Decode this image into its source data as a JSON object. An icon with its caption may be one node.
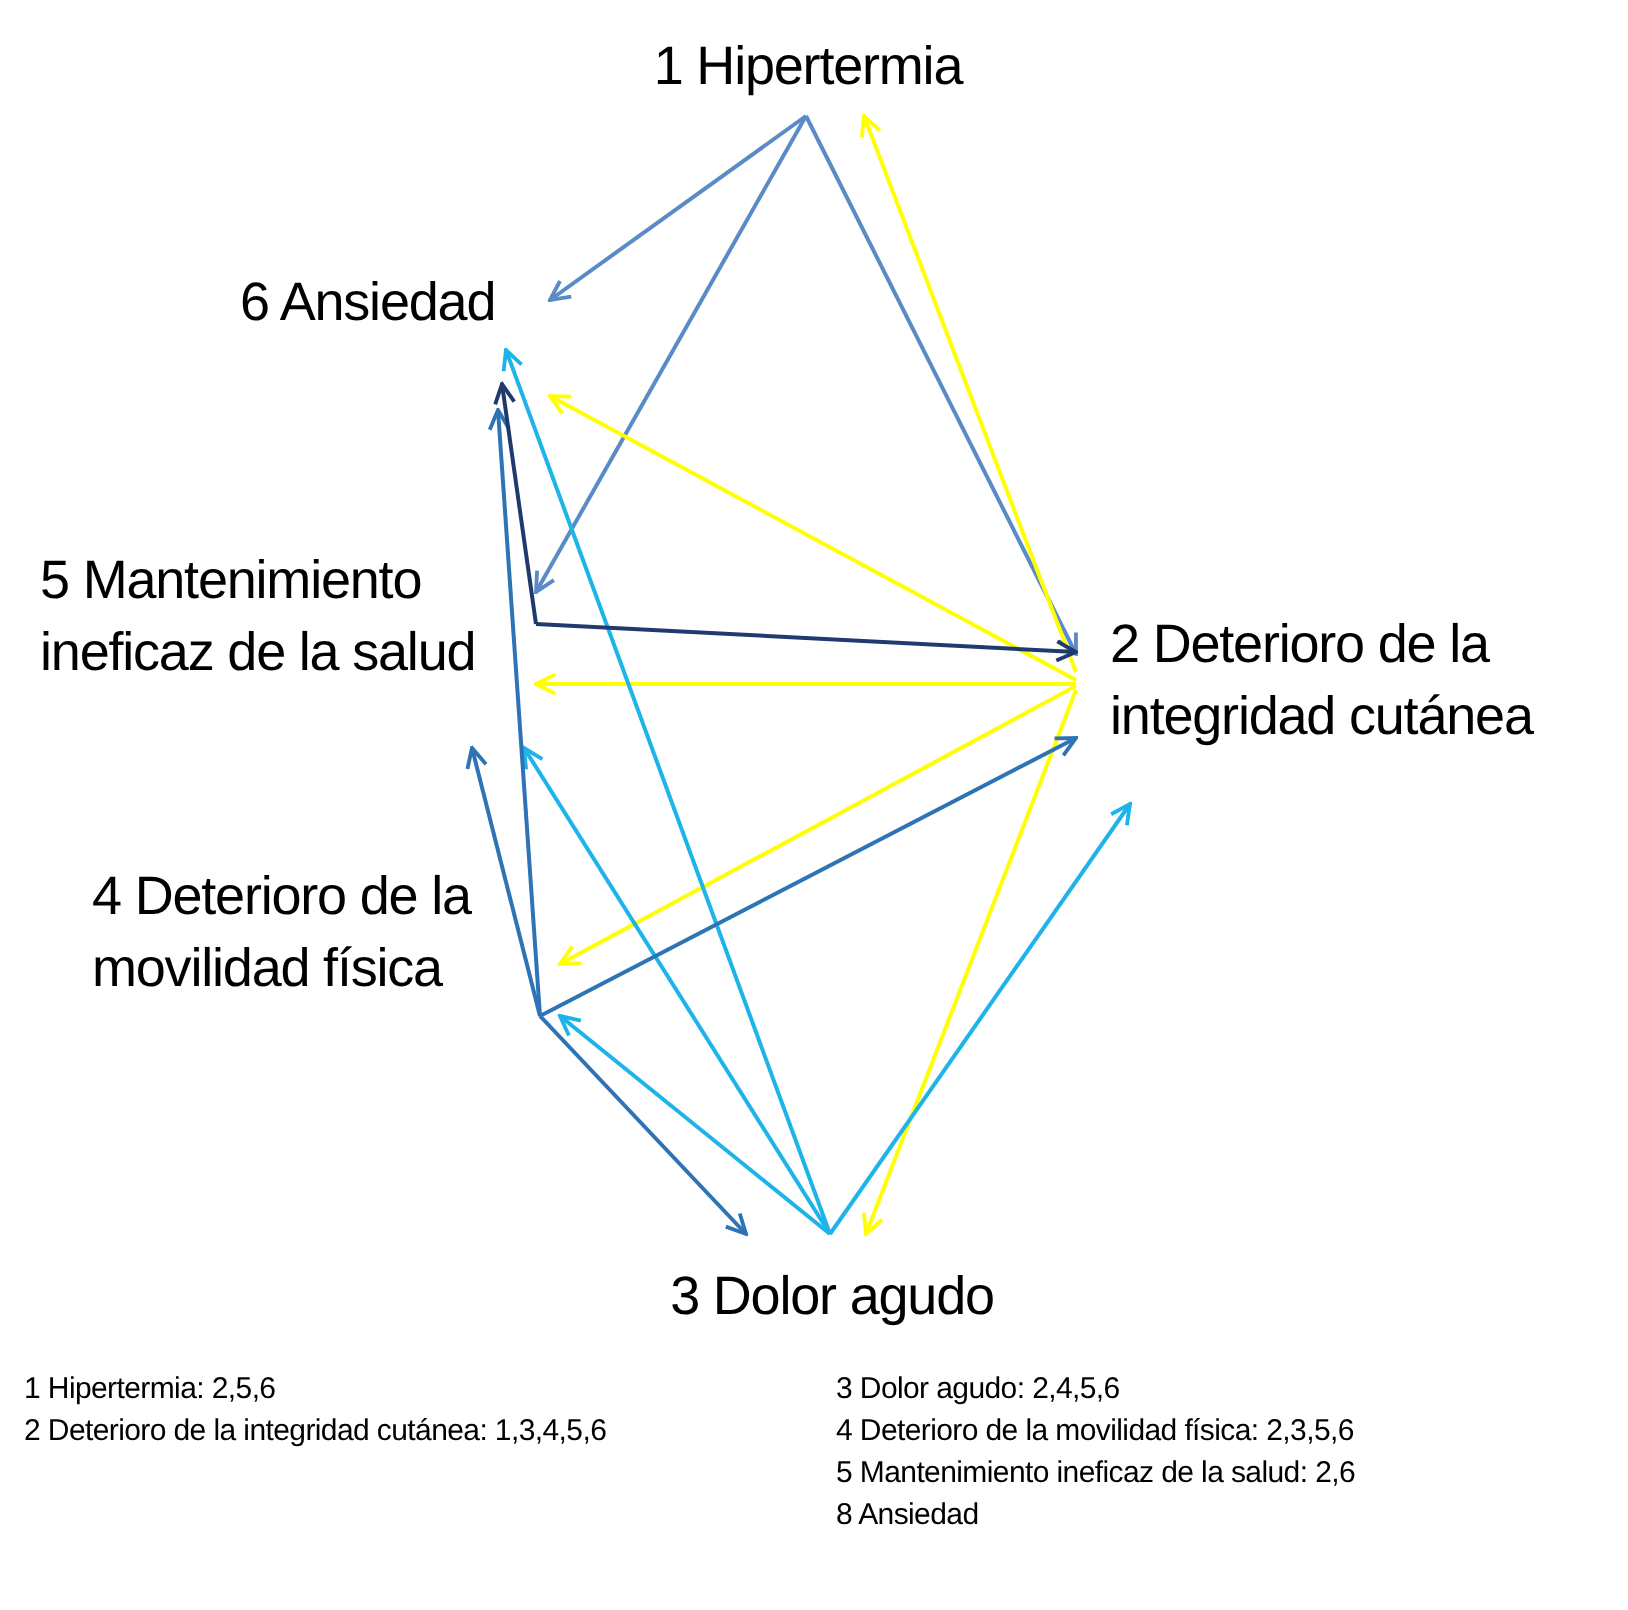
{
  "diagram": {
    "nodes": [
      {
        "text": [
          "1 Hipertermia"
        ]
      },
      {
        "text": [
          "6 Ansiedad"
        ]
      },
      {
        "text": [
          "5 Mantenimiento ineficaz de la salud"
        ]
      },
      {
        "text": [
          "2 Deterioro de la integridad cutánea"
        ]
      },
      {
        "text": [
          "4 Deterioro de la movilidad física"
        ]
      },
      {
        "text": [
          "3 Dolor agudo"
        ]
      }
    ],
    "edges": [
      {
        "from": 0,
        "to": 3,
        "arrow": "to",
        "color": "#5b8bc6"
      },
      {
        "from": 0,
        "to": 2,
        "arrow": "to",
        "color": "#5b8bc6"
      },
      {
        "from": 0,
        "to": 1,
        "arrow": "to",
        "color": "#5b8bc6"
      },
      {
        "from": 3,
        "to": 0,
        "arrow": "to",
        "color": "#ffff00"
      },
      {
        "from": 3,
        "to": 1,
        "arrow": "to",
        "color": "#ffff00"
      },
      {
        "from": 3,
        "to": 2,
        "arrow": "to",
        "color": "#ffff00"
      },
      {
        "from": 3,
        "to": 4,
        "arrow": "to",
        "color": "#ffff00"
      },
      {
        "from": 3,
        "to": 5,
        "arrow": "to",
        "color": "#ffff00"
      },
      {
        "from": 5,
        "to": 3,
        "arrow": "to",
        "color": "#1eb4ea"
      },
      {
        "from": 5,
        "to": 4,
        "arrow": "to",
        "color": "#1eb4ea"
      },
      {
        "from": 5,
        "to": 2,
        "arrow": "to",
        "color": "#1eb4ea"
      },
      {
        "from": 5,
        "to": 1,
        "arrow": "to",
        "color": "#1eb4ea"
      },
      {
        "from": 4,
        "to": 3,
        "arrow": "to",
        "color": "#2e74b5"
      },
      {
        "from": 4,
        "to": 5,
        "arrow": "to",
        "color": "#2e74b5"
      },
      {
        "from": 4,
        "to": 2,
        "arrow": "to",
        "color": "#2e74b5"
      },
      {
        "from": 4,
        "to": 1,
        "arrow": "to",
        "color": "#2e74b5"
      },
      {
        "from": 2,
        "to": 3,
        "arrow": "to",
        "color": "#1f3a6e"
      },
      {
        "from": 2,
        "to": 1,
        "arrow": "to",
        "color": "#1f3a6e"
      }
    ],
    "labels": [
      "1 Hipertermia: 2,5,6",
      "2 Deterioro de la integridad cutánea: 1,3,4,5,6",
      "3 Dolor agudo: 2,4,5,6",
      "4 Deterioro de la movilidad física: 2,3,5,6",
      "5 Mantenimiento ineficaz de la salud: 2,6",
      "8 Ansiedad"
    ]
  }
}
